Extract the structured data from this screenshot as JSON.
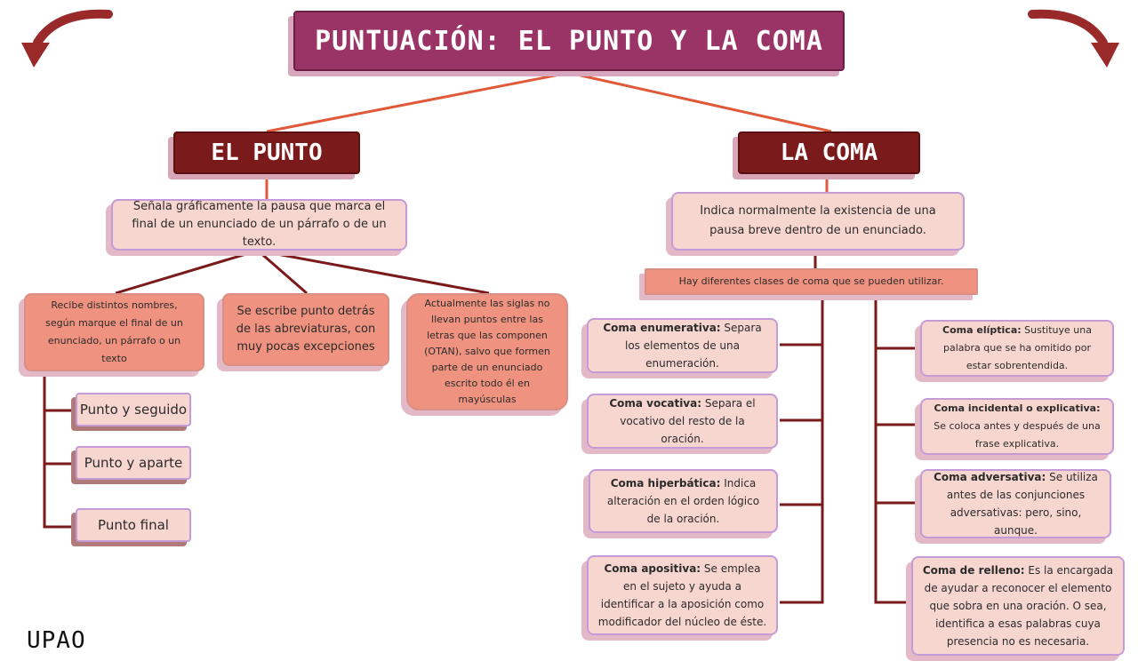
{
  "title": "PUNTUACIÓN: EL PUNTO Y LA COMA",
  "logo": "UPAO",
  "punto": {
    "heading": "EL PUNTO",
    "definition": "Señala gráficamente la pausa que marca el final de un enunciado de un párrafo o de un texto.",
    "nombres": "Recibe distintos nombres, según marque el final de un enunciado, un párrafo o un texto",
    "abreviaturas": "Se escribe punto detrás de las abreviaturas, con muy pocas excepciones",
    "siglas": "Actualmente las siglas no llevan puntos entre las letras que las componen (OTAN), salvo que formen parte de un enunciado escrito todo él en mayúsculas",
    "tipos": [
      "Punto y seguido",
      "Punto y aparte",
      "Punto final"
    ]
  },
  "coma": {
    "heading": "LA COMA",
    "definition": "Indica normalmente la existencia de una pausa breve dentro de un enunciado.",
    "clases_intro": "Hay diferentes clases de coma que se pueden utilizar.",
    "left": [
      {
        "term": "Coma enumerativa:",
        "text": " Separa los elementos de una enumeración."
      },
      {
        "term": "Coma vocativa:",
        "text": " Separa el vocativo del resto de la oración."
      },
      {
        "term": "Coma hiperbática:",
        "text": " Indica alteración en el orden lógico de la oración."
      },
      {
        "term": "Coma apositiva:",
        "text": " Se emplea en el sujeto y ayuda a identificar a la aposición como modificador del núcleo de éste."
      }
    ],
    "right": [
      {
        "term": "Coma elíptica:",
        "text": " Sustituye una palabra que se ha omitido por estar sobrentendida."
      },
      {
        "term": "Coma incidental o explicativa:",
        "text": " Se coloca antes y después de una frase explicativa."
      },
      {
        "term": "Coma adversativa:",
        "text": " Se utiliza antes de las conjunciones adversativas: pero, sino, aunque."
      },
      {
        "term": "Coma de relleno:",
        "text": " Es la encargada de ayudar a reconocer el elemento que sobra en una oración. O sea, identifica a esas palabras cuya presencia no es necesaria."
      }
    ]
  },
  "icons": {
    "left_arrow": "curved-arrow-left-icon",
    "right_arrow": "curved-arrow-right-icon"
  },
  "colors": {
    "title": "#9b3466",
    "heading": "#7a1a1a",
    "card": "#f8d6d0",
    "card_dark": "#ef9280",
    "connector_top": "#e05a3a",
    "connector": "#7a1a1a"
  }
}
